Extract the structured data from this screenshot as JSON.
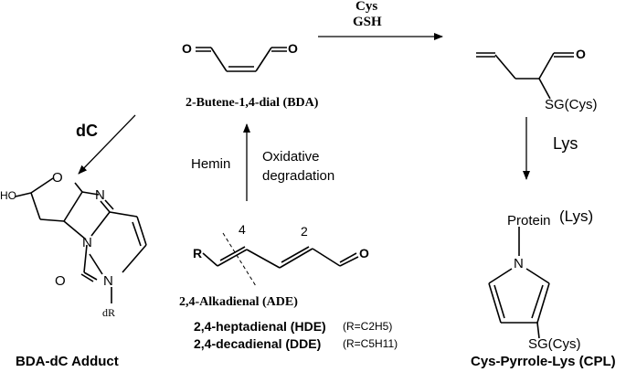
{
  "reagents": {
    "line1": "Cys",
    "line2": "GSH"
  },
  "bda": {
    "o_left": "O",
    "o_right": "O",
    "name": "2-Butene-1,4-dial (BDA)"
  },
  "conditions": {
    "dc": "dC",
    "hemin": "Hemin",
    "oxidative_line1": "Oxidative",
    "oxidative_line2": "degradation",
    "lys": "Lys"
  },
  "cys_adduct": {
    "o": "O",
    "sg": "SG(Cys)"
  },
  "ade": {
    "r": "R",
    "pos4": "4",
    "pos2": "2",
    "o": "O",
    "name": "2,4-Alkadienal (ADE)",
    "hde_name": "2,4-heptadienal (HDE)",
    "hde_r": "(R=C2H5)",
    "dde_name": "2,4-decadienal (DDE)",
    "dde_r": "(R=C5H11)"
  },
  "dc_adduct": {
    "ho": "HO",
    "o_ring": "O",
    "n_top": "N",
    "n_mid": "N",
    "o_carbonyl": "O",
    "n_bottom": "N",
    "dr": "dR",
    "name": "BDA-dC Adduct"
  },
  "cpl": {
    "protein": "Protein",
    "lys_tag": "(Lys)",
    "n": "N",
    "sg": "SG(Cys)",
    "name": "Cys-Pyrrole-Lys (CPL)"
  }
}
